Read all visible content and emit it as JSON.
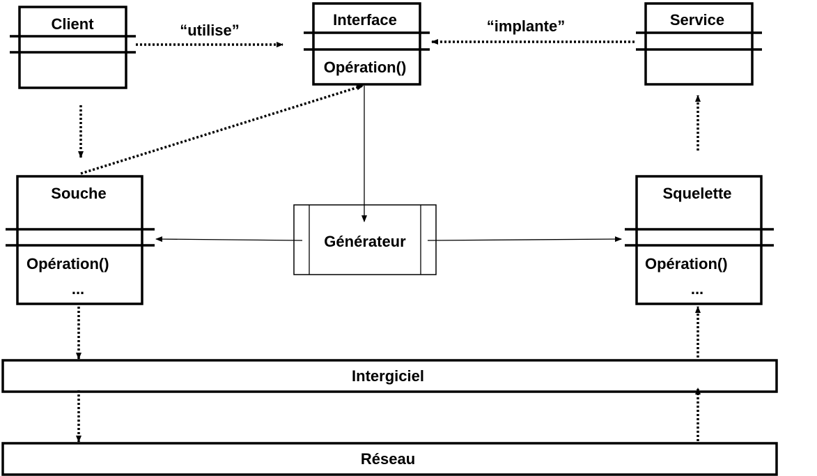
{
  "classes": {
    "client": {
      "name": "Client"
    },
    "interface": {
      "name": "Interface",
      "operation": "Opération()"
    },
    "service": {
      "name": "Service"
    },
    "souche": {
      "name": "Souche",
      "operation": "Opération()",
      "more": "..."
    },
    "squelette": {
      "name": "Squelette",
      "operation": "Opération()",
      "more": "..."
    }
  },
  "generator": {
    "name": "Générateur"
  },
  "layers": {
    "intergiciel": "Intergiciel",
    "reseau": "Réseau"
  },
  "relations": {
    "uses": "“utilise”",
    "implements": "“implante”"
  }
}
